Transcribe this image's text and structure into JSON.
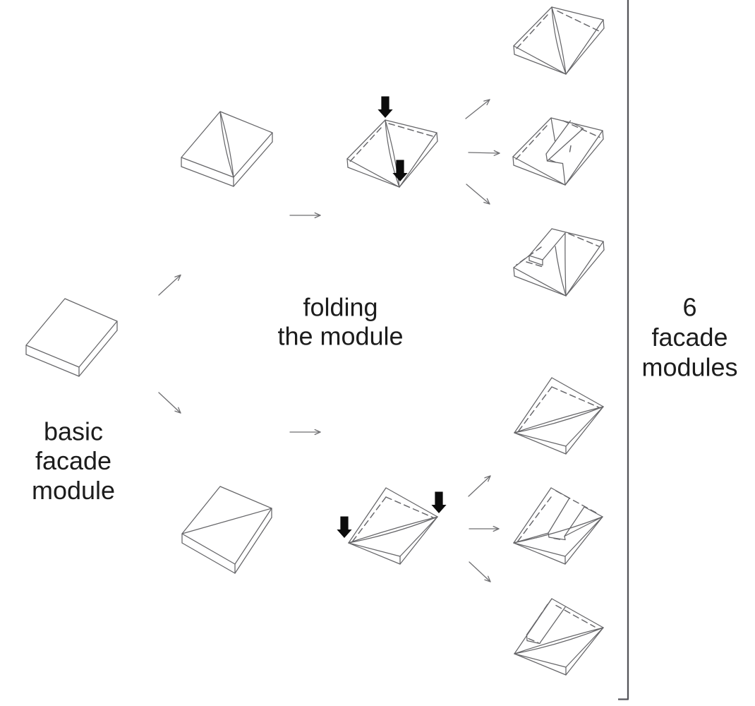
{
  "figure": {
    "background": "#ffffff",
    "labels": {
      "basic": {
        "lines": [
          "basic",
          "facade",
          "module"
        ]
      },
      "folding": {
        "lines": [
          "folding",
          "the module"
        ]
      },
      "result": {
        "lines": [
          "6",
          "facade",
          "modules"
        ]
      }
    },
    "modules": [
      {
        "name": "basic facade module (flat slab)"
      },
      {
        "name": "module folded up at one corner"
      },
      {
        "name": "pressing the corner fold flat"
      },
      {
        "name": "module creased along the diagonal"
      },
      {
        "name": "pressing the diagonal fold flat"
      },
      {
        "name": "facade module 1 - corner fold"
      },
      {
        "name": "facade module 2 - corner fold with channel"
      },
      {
        "name": "facade module 3 - corner fold with raised flap"
      },
      {
        "name": "facade module 4 - diagonal fold"
      },
      {
        "name": "facade module 5 - diagonal fold with channel"
      },
      {
        "name": "facade module 6 - diagonal fold with raised flap"
      }
    ],
    "colors": {
      "line": "#656568",
      "dash": "#66666a",
      "thin-arrow": "#6f6f72",
      "press-arrow": "#0c0c0c",
      "text": "#1c1c1c",
      "bracket": "#55555a"
    }
  }
}
